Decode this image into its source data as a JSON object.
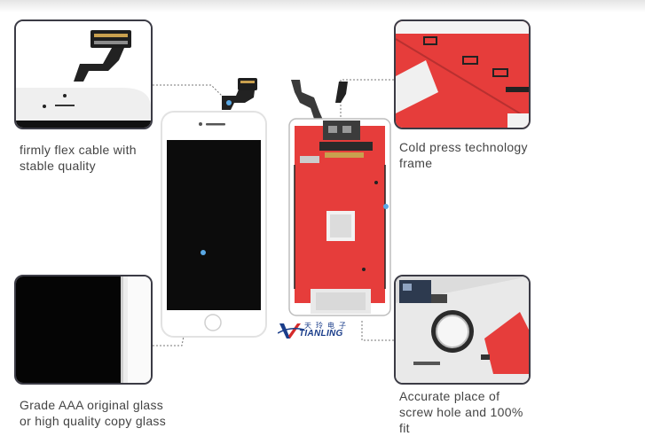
{
  "features": {
    "flex_cable": [
      "firmly flex cable with",
      "stable quality"
    ],
    "cold_press": [
      "Cold press technology",
      "frame"
    ],
    "glass": [
      "Grade AAA original glass",
      "or high quality copy glass"
    ],
    "screw_hole": [
      "Accurate place of",
      "screw hole and 100%",
      "fit"
    ]
  },
  "brand": {
    "chinese": "天玲电子",
    "name": "TIANLING"
  },
  "colors": {
    "frame_red": "#e63d3b",
    "border": "#3b3b45",
    "accent_dot": "#5aa9e6",
    "brand_blue": "#1a3d8a"
  }
}
